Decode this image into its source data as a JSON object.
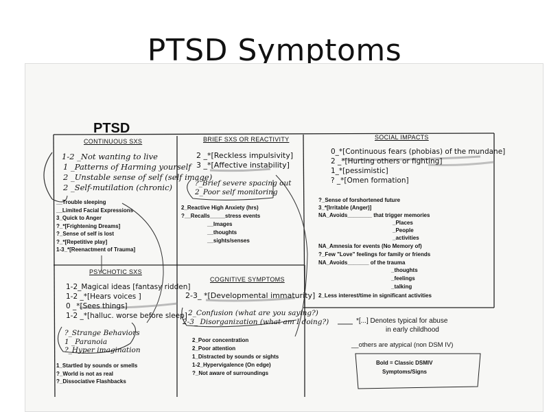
{
  "slide": {
    "title": "PTSD Symptoms"
  },
  "worksheet": {
    "heading": "PTSD",
    "continuous": {
      "header": "CONTINUOUS SXS",
      "handwritten": [
        "1-2 _Not wanting to live",
        "1 _Patterns of Harming yourself",
        "2 _Unstable sense of self (self image)",
        "2 _Self-mutilation (chronic)"
      ],
      "printed": [
        "__Trouble sleeping",
        "__Limited Facial Expressions",
        "3_Quick to Anger",
        "?_*[Frightening Dreams]",
        "?_Sense of self is lost",
        "?_*[Repetitive play]",
        "1-3_*[Reenactment of Trauma]"
      ]
    },
    "brief": {
      "header": "BRIEF SXS OR REACTIVITY",
      "handwritten": [
        "2 _*[Reckless impulsivity]",
        "3 _*[Affective instability]",
        "?_Brief severe spacing out",
        "2_Poor self monitoring"
      ],
      "printed": [
        "2_Reactive High Anxiety (hrs)",
        "?__Recalls_____stress events",
        "__Images",
        "__thoughts",
        "__sights/senses"
      ]
    },
    "social": {
      "header": "SOCIAL IMPACTS",
      "handwritten": [
        "0_*[Continuous fears (phobias) of the mundane]",
        "2 _*[Hurting others or fighting]",
        "1_*[pessimistic]",
        "? _*[Omen formation]"
      ],
      "printed": [
        "?_Sense of forshortened future",
        "3_*[Irritable (Anger)]",
        "NA_Avoids________ that trigger memories",
        "_Places",
        "_People",
        "_activities",
        "NA_Amnesia for events (No Memory of)",
        "?_Few \"Love\" feelings for family or friends",
        "NA_Avoids_______ of the trauma",
        "_thoughts",
        "_feelings",
        "_talking",
        "2_Less interest/time in significant activities"
      ]
    },
    "psychotic": {
      "header": "PSYCHOTIC SXS",
      "handwritten": [
        "1-2_Magical ideas [fantasy ridden]",
        "1-2 _*[Hears voices ]",
        "0 _*[Sees things]",
        "1-2 _*[halluc. worse before sleep]",
        "?_Strange Behaviors",
        "1 _Paranoia",
        "?_Hyper imagination"
      ],
      "printed": [
        "1_Startled by sounds or smells",
        "?_World is not as real",
        "?_Dissociative Flashbacks"
      ]
    },
    "cognitive": {
      "header": "COGNITIVE SYMPTOMS",
      "handwritten": [
        "2-3_ *[Developmental immaturity]",
        "2_Confusion (what are you saying?)",
        "2-3_ Disorganization (what am I doing?)"
      ],
      "printed": [
        "2_Poor concentration",
        "2_Poor attention",
        "1_Distracted by sounds or sights",
        "1-2_Hypervigalence (On edge)",
        "?_Not aware of surroundings"
      ]
    },
    "legend": {
      "note_line1": "*[...] Denotes typical for abuse",
      "note_line2": "in early childhood",
      "others": "__others are atypical (non DSM IV)",
      "bold_line1": "Bold  = Classic DSMIV",
      "bold_line2": "Symptoms/Signs"
    }
  }
}
